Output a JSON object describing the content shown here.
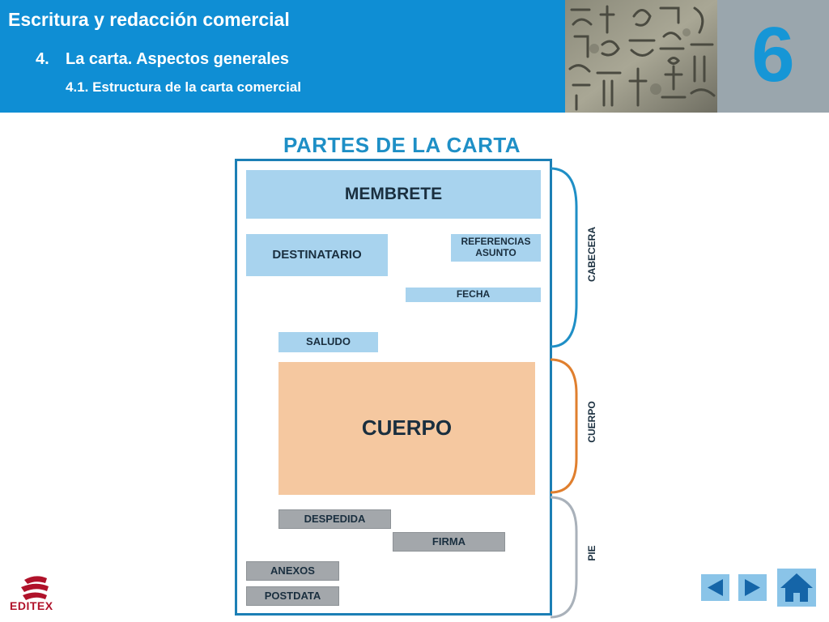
{
  "header": {
    "title": "Escritura y redacción comercial",
    "section_number": "4.",
    "section_title": "La carta. Aspectos generales",
    "subsection": "4.1. Estructura de la carta comercial",
    "chapter_number": "6"
  },
  "diagram": {
    "title": "PARTES DE LA CARTA",
    "blocks": {
      "membrete": "MEMBRETE",
      "destinatario": "DESTINATARIO",
      "referencias": "REFERENCIAS",
      "asunto": "ASUNTO",
      "fecha": "FECHA",
      "saludo": "SALUDO",
      "cuerpo": "CUERPO",
      "despedida": "DESPEDIDA",
      "firma": "FIRMA",
      "anexos": "ANEXOS",
      "postdata": "POSTDATA"
    },
    "sections": {
      "cabecera": "CABECERA",
      "cuerpo": "CUERPO",
      "pie": "PIE"
    },
    "colors": {
      "cabecera": "#1f8fc6",
      "cuerpo": "#e07f2e",
      "pie": "#a9b1ba"
    }
  },
  "footer": {
    "logo_text": "EDITEX",
    "nav": {
      "prev": "previous-arrow",
      "next": "next-arrow",
      "home": "home-icon"
    }
  }
}
